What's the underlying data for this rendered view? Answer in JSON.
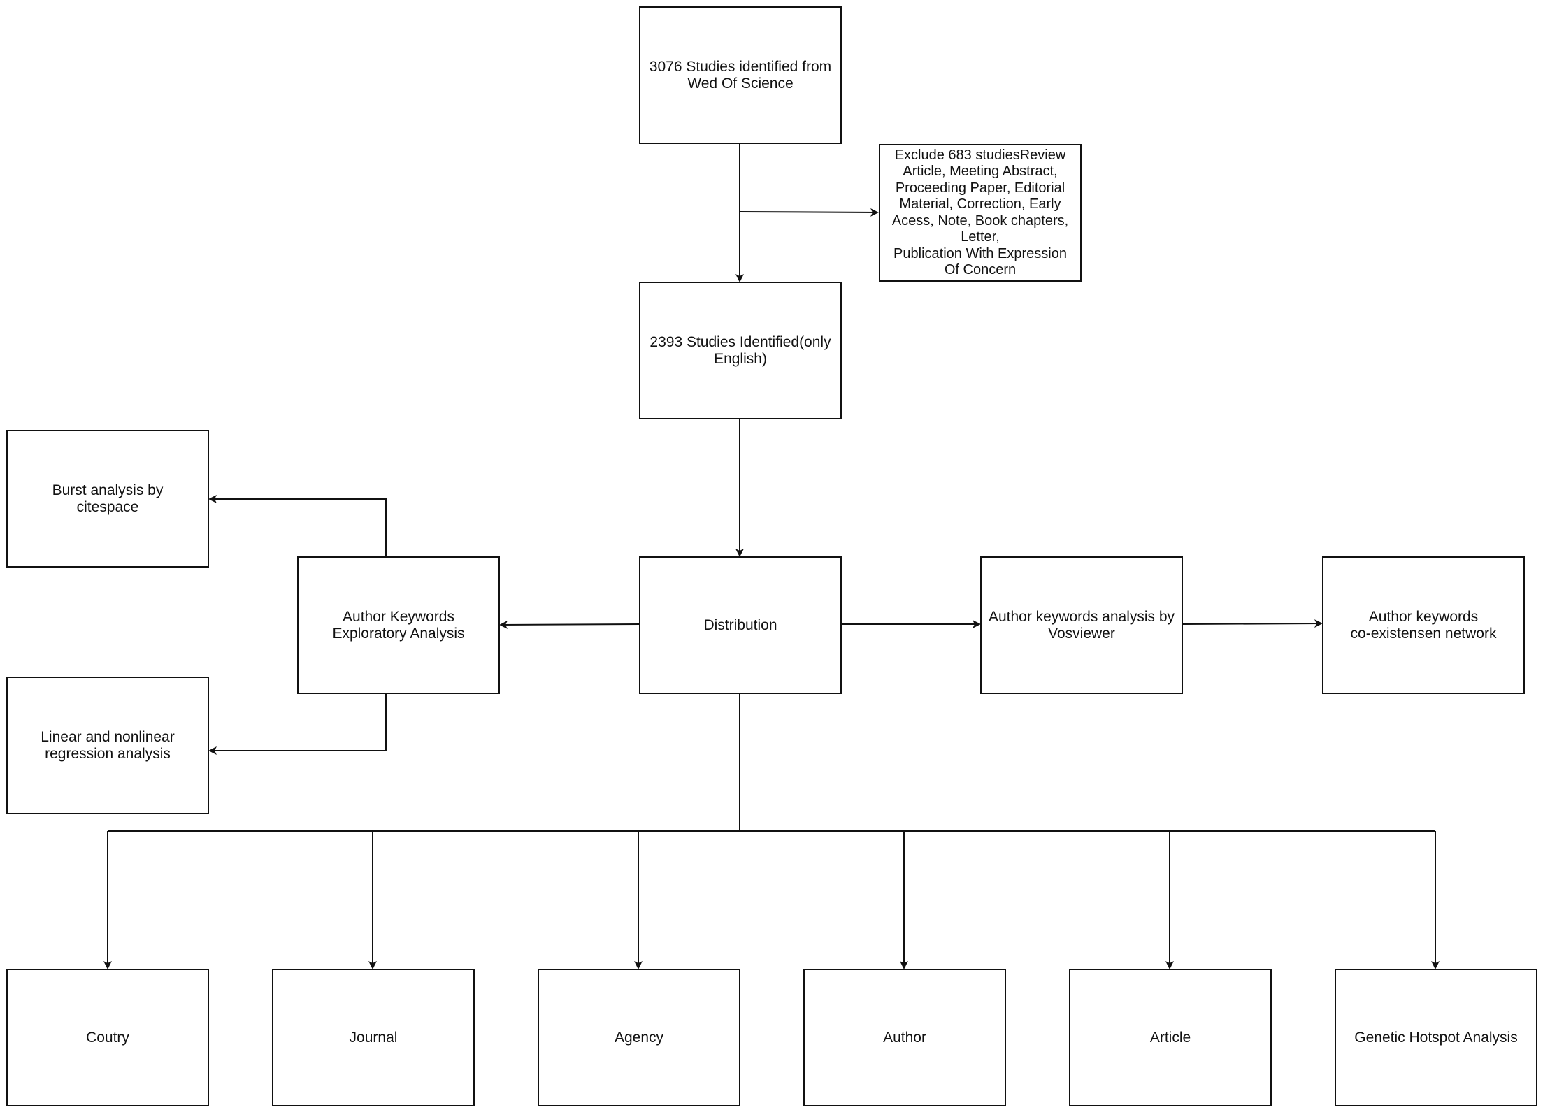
{
  "nodes": {
    "wos": "3076 Studies identified from\nWed Of Science",
    "exclude": "Exclude 683 studiesReview\nArticle, Meeting Abstract,\nProceeding Paper, Editorial\nMaterial, Correction, Early\nAcess, Note, Book chapters,\nLetter,\nPublication With Expression\nOf Concern",
    "english": "2393 Studies Identified(only\nEnglish)",
    "distribution": "Distribution",
    "keywords_exploratory": "Author Keywords\nExploratory Analysis",
    "burst": "Burst analysis by\ncitespace",
    "regression": "Linear and nonlinear\nregression analysis",
    "vosviewer": "Author keywords analysis by\nVosviewer",
    "coexist": "Author keywords\nco-existensen network",
    "country": "Coutry",
    "journal": "Journal",
    "agency": "Agency",
    "author": "Author",
    "article": "Article",
    "genetic": "Genetic Hotspot Analysis"
  }
}
